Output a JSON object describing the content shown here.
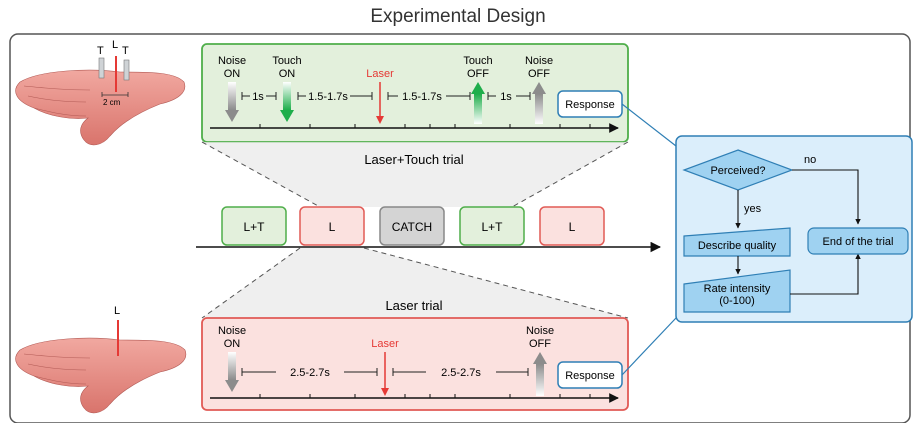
{
  "title": "Experimental Design",
  "hand_top": {
    "labels": [
      "T",
      "L",
      "T"
    ],
    "distance": "2 cm"
  },
  "hand_bottom": {
    "label": "L"
  },
  "laser_touch_trial": {
    "caption": "Laser+Touch trial",
    "events": {
      "noise_on": [
        "Noise",
        "ON"
      ],
      "touch_on": [
        "Touch",
        "ON"
      ],
      "laser": "Laser",
      "touch_off": [
        "Touch",
        "OFF"
      ],
      "noise_off": [
        "Noise",
        "OFF"
      ]
    },
    "intervals": [
      "1s",
      "1.5-1.7s",
      "1.5-1.7s",
      "1s"
    ],
    "response": "Response"
  },
  "sequence": [
    "L+T",
    "L",
    "CATCH",
    "L+T",
    "L"
  ],
  "laser_trial": {
    "caption": "Laser trial",
    "events": {
      "noise_on": [
        "Noise",
        "ON"
      ],
      "laser": "Laser",
      "noise_off": [
        "Noise",
        "OFF"
      ]
    },
    "intervals": [
      "2.5-2.7s",
      "2.5-2.7s"
    ],
    "response": "Response"
  },
  "flowchart": {
    "decision": "Perceived?",
    "no": "no",
    "yes": "yes",
    "describe": "Describe quality",
    "rate": [
      "Rate intensity",
      "(0-100)"
    ],
    "end": "End of the trial"
  },
  "colors": {
    "green_fill": "#e3f0dc",
    "green_stroke": "#4fae4a",
    "red_fill": "#fbe1df",
    "red_stroke": "#e15a55",
    "flow_bg": "#dbeefb",
    "flow_box": "#9fd2f1",
    "flow_stroke": "#2f7fb5",
    "laser": "#e53935",
    "touch": "#1fae4b"
  }
}
